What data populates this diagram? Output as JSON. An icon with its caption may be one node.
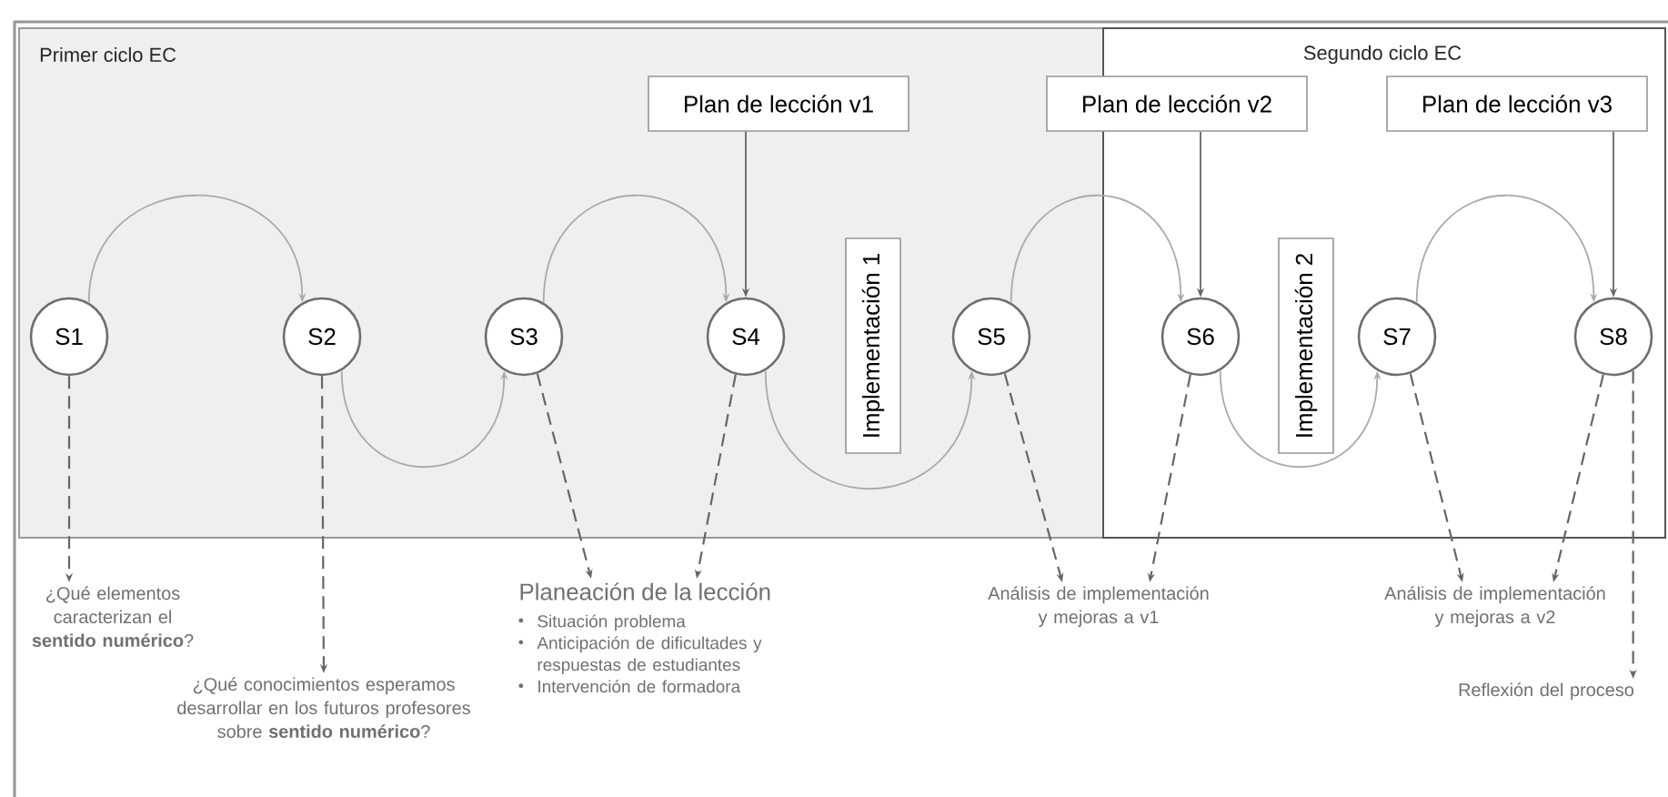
{
  "diagram": {
    "nodes": [
      {
        "text": [
          "Primer ciclo EC"
        ]
      },
      {
        "text": [
          "Segundo ciclo EC"
        ]
      },
      {
        "text": [
          "Plan de lección v1"
        ],
        "in": 0
      },
      {
        "text": [
          "Plan de lección v2"
        ]
      },
      {
        "text": [
          "Plan de lección v3"
        ],
        "in": 1
      },
      {
        "text": [
          "S1"
        ],
        "in": 0
      },
      {
        "text": [
          "S2"
        ],
        "in": 0
      },
      {
        "text": [
          "S3"
        ],
        "in": 0
      },
      {
        "text": [
          "S4"
        ],
        "in": 0
      },
      {
        "text": [
          "Implementación 1"
        ],
        "in": 0
      },
      {
        "text": [
          "S5"
        ],
        "in": 0
      },
      {
        "text": [
          "S6"
        ],
        "in": 1
      },
      {
        "text": [
          "Implementación 2"
        ],
        "in": 1
      },
      {
        "text": [
          "S7"
        ],
        "in": 1
      },
      {
        "text": [
          "S8"
        ],
        "in": 1
      },
      {
        "text": [
          "¿Qué elementos caracterizan el **sentido numérico**?"
        ]
      },
      {
        "text": [
          "¿Qué conocimientos esperamos desarrollar en los futuros profesores sobre **sentido numérico**?"
        ]
      },
      {
        "text": [
          "Planeación de la lección",
          "Situación problema",
          "Anticipación de dificultades y respuestas de estudiantes",
          "Intervención de formadora"
        ]
      },
      {
        "text": [
          "Análisis de implementación y mejoras a v1"
        ]
      },
      {
        "text": [
          "Análisis de implementación y mejoras a v2"
        ]
      },
      {
        "text": [
          "Reflexión del proceso"
        ]
      }
    ],
    "edges": [
      {
        "from": 5,
        "to": 6,
        "arrow": "to",
        "color": "#aaaaaa"
      },
      {
        "from": 6,
        "to": 7,
        "arrow": "to",
        "color": "#aaaaaa"
      },
      {
        "from": 7,
        "to": 8,
        "arrow": "to",
        "color": "#aaaaaa"
      },
      {
        "from": 8,
        "to": 10,
        "arrow": "to",
        "color": "#aaaaaa"
      },
      {
        "from": 10,
        "to": 11,
        "arrow": "to",
        "color": "#aaaaaa"
      },
      {
        "from": 11,
        "to": 13,
        "arrow": "to",
        "color": "#aaaaaa"
      },
      {
        "from": 13,
        "to": 14,
        "arrow": "to",
        "color": "#aaaaaa"
      },
      {
        "from": 2,
        "to": 8,
        "arrow": "to"
      },
      {
        "from": 3,
        "to": 11,
        "arrow": "to"
      },
      {
        "from": 4,
        "to": 14,
        "arrow": "to"
      },
      {
        "from": 5,
        "to": 15,
        "arrow": "to",
        "style": "dashed"
      },
      {
        "from": 6,
        "to": 16,
        "arrow": "to",
        "style": "dashed"
      },
      {
        "from": 7,
        "to": 17,
        "arrow": "to",
        "style": "dashed"
      },
      {
        "from": 8,
        "to": 17,
        "arrow": "to",
        "style": "dashed"
      },
      {
        "from": 10,
        "to": 18,
        "arrow": "to",
        "style": "dashed"
      },
      {
        "from": 11,
        "to": 18,
        "arrow": "to",
        "style": "dashed"
      },
      {
        "from": 13,
        "to": 19,
        "arrow": "to",
        "style": "dashed"
      },
      {
        "from": 14,
        "to": 19,
        "arrow": "to",
        "style": "dashed"
      },
      {
        "from": 14,
        "to": 20,
        "arrow": "to",
        "style": "dashed"
      }
    ]
  }
}
